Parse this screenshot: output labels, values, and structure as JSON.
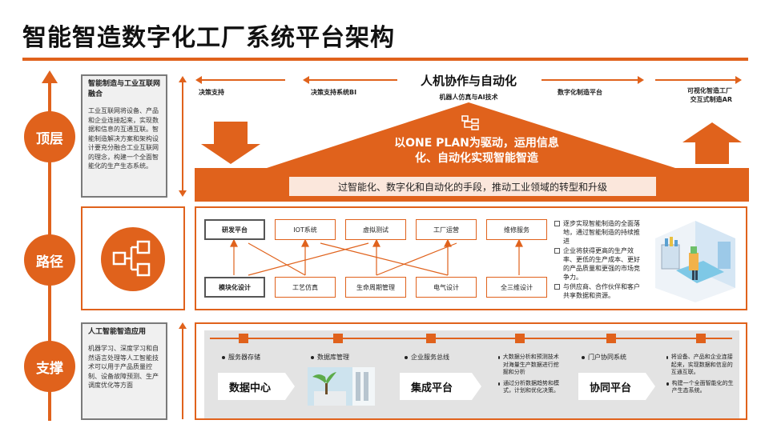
{
  "title": "智能智造数字化工厂系统平台架构",
  "layers": {
    "top": "顶层",
    "path": "路径",
    "support": "支撑"
  },
  "side_top": {
    "heading": "智能制造与工业互联网融合",
    "body": "工业互联网将设备、产品和企业连接起来，实现数据和信息的互通互联。智能制造解决方案和架构设计要充分融合工业互联网的理念，构建一个全面智能化的生产生态系统。"
  },
  "side_bottom": {
    "heading": "人工智能智造应用",
    "body": "机器学习、深度学习和自然语言处理等人工智能技术可以用于产品质量控制、设备故障预测、生产调度优化等方面"
  },
  "top": {
    "center_title": "人机协作与自动化",
    "center_sub": "机器人仿真与AI技术",
    "labels": {
      "decision": "决策支持",
      "decision_bi": "决策支持系统BI",
      "digital": "数字化制造平台",
      "visual": "可视化智造工厂",
      "visual_ar": "交互式制造AR"
    },
    "roof_text": "以ONE PLAN为驱动，运用信息化、自动化实现智能智造",
    "banner": "过智能化、数字化和自动化的手段，推动工业领域的转型和升级"
  },
  "path": {
    "top_nodes": [
      "研发平台",
      "IOT系统",
      "虚拟测试",
      "工厂运营",
      "维修服务"
    ],
    "bottom_nodes": [
      "模块化设计",
      "工艺仿真",
      "生命周期管理",
      "电气设计",
      "全三维设计"
    ],
    "bullets": [
      "逐步实现智能制造的全面落地，通过智能制造的持续推进",
      "企业将获得更高的生产效率、更低的生产成本、更好的产品质量和更强的市场竞争力。",
      "与供应商、合作伙伴和客户共享数据和资源。"
    ]
  },
  "support": {
    "items": [
      {
        "label": "服务器存储"
      },
      {
        "label": "数据库管理"
      },
      {
        "label": "企业服务总线"
      },
      {
        "label": "门户协同系统"
      }
    ],
    "platforms": [
      "数据中心",
      "集成平台",
      "协同平台"
    ],
    "notes_a": [
      "大数据分析和预测技术对海量生产数据进行挖掘和分析",
      "通过分析数据趋势和模式，计划和优化决策。"
    ],
    "notes_b": [
      "将设备、产品和企业连接起来，实现数据和信息的互通互联。",
      "构建一个全面智能化的生产生态系统。"
    ]
  },
  "colors": {
    "accent": "#e0621c",
    "gray_panel": "#e3e3e3",
    "banner_fill": "#fbe7dc"
  }
}
